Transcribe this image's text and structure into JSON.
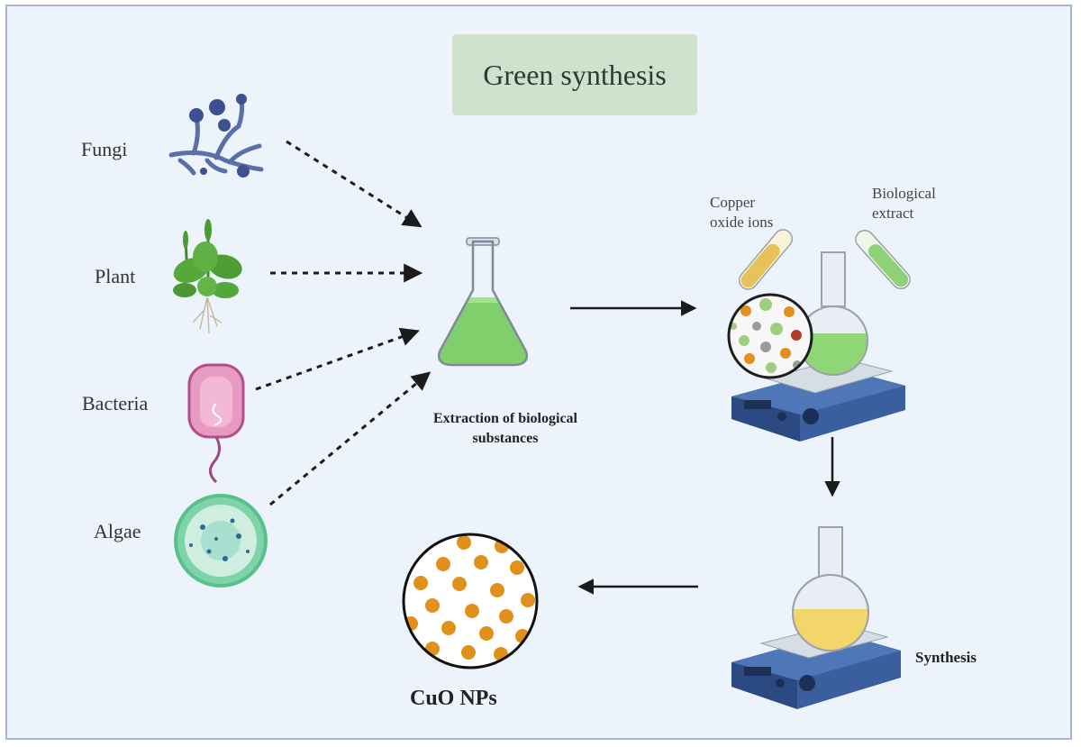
{
  "title": "Green synthesis",
  "sources": [
    {
      "label": "Fungi",
      "icon": "fungi-icon"
    },
    {
      "label": "Plant",
      "icon": "plant-icon"
    },
    {
      "label": "Bacteria",
      "icon": "bacteria-icon"
    },
    {
      "label": "Algae",
      "icon": "algae-icon"
    }
  ],
  "extraction": {
    "line1": "Extraction of biological",
    "line2": "substances",
    "icon": "erlenmeyer-flask-icon"
  },
  "mixing": {
    "copper_line1": "Copper",
    "copper_line2": "oxide ions",
    "bio_line1": "Biological",
    "bio_line2": "extract",
    "icon": "hotplate-flask-icon"
  },
  "synthesis": {
    "label": "Synthesis",
    "icon": "hotplate-flask-icon"
  },
  "product": {
    "label": "CuO NPs",
    "icon": "nanoparticles-icon"
  },
  "colors": {
    "background": "#edf3fb",
    "title_box": "#cfe2cd",
    "extract_green": "#7fd06c",
    "synthesis_yellow": "#f3d66a",
    "nanoparticle": "#e0911c",
    "hotplate": "#2f4f8f"
  }
}
